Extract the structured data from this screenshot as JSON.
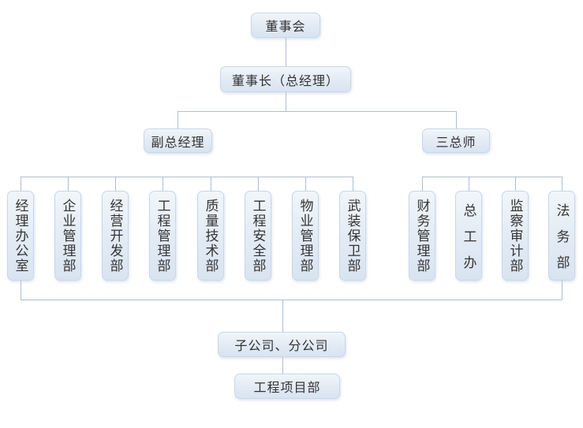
{
  "org": {
    "root": "董事会",
    "chairman": "董事长（总经理）",
    "branches": [
      {
        "label": "副总经理",
        "children": [
          "经理办公室",
          "企业管理部",
          "经营开发部",
          "工程管理部",
          "质量技术部",
          "工程安全部",
          "物业管理部",
          "武装保卫部"
        ]
      },
      {
        "label": "三总师",
        "children": [
          "财务管理部",
          "总工办",
          "监察审计部",
          "法务部"
        ]
      }
    ],
    "subsidiaries": "子公司、分公司",
    "project_department": "工程项目部"
  },
  "colors": {
    "background": "#ffffff",
    "box_fill_top": "#f1f6fa",
    "box_fill_bottom": "#d9e4f1",
    "box_border": "#c9d7e8",
    "connector_line": "#aebdd6",
    "text": "#333333"
  }
}
